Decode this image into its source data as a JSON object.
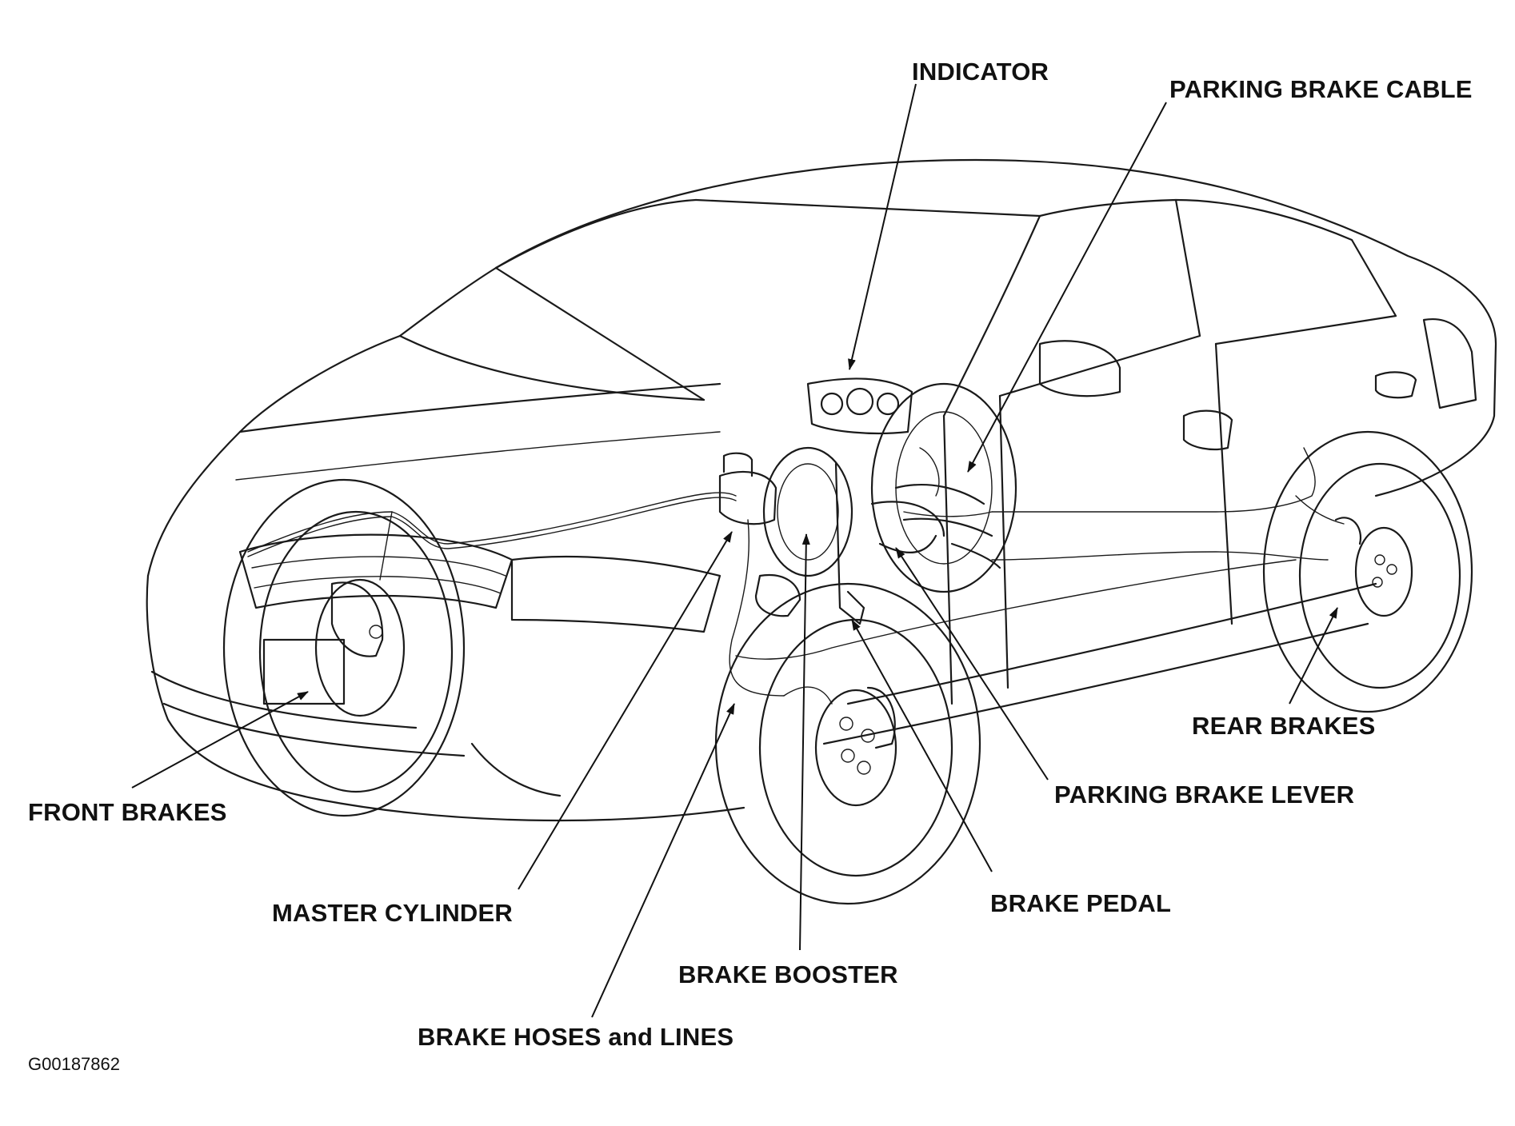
{
  "figure": {
    "id": "G00187862",
    "colors": {
      "ink": "#111111",
      "background": "#ffffff"
    }
  },
  "labels": {
    "indicator": "INDICATOR",
    "parking_brake_cable": "PARKING BRAKE CABLE",
    "front_brakes": "FRONT BRAKES",
    "rear_brakes": "REAR BRAKES",
    "parking_brake_lever": "PARKING BRAKE LEVER",
    "master_cylinder": "MASTER CYLINDER",
    "brake_pedal": "BRAKE PEDAL",
    "brake_booster": "BRAKE BOOSTER",
    "brake_hoses_and_lines": "BRAKE HOSES and LINES"
  }
}
